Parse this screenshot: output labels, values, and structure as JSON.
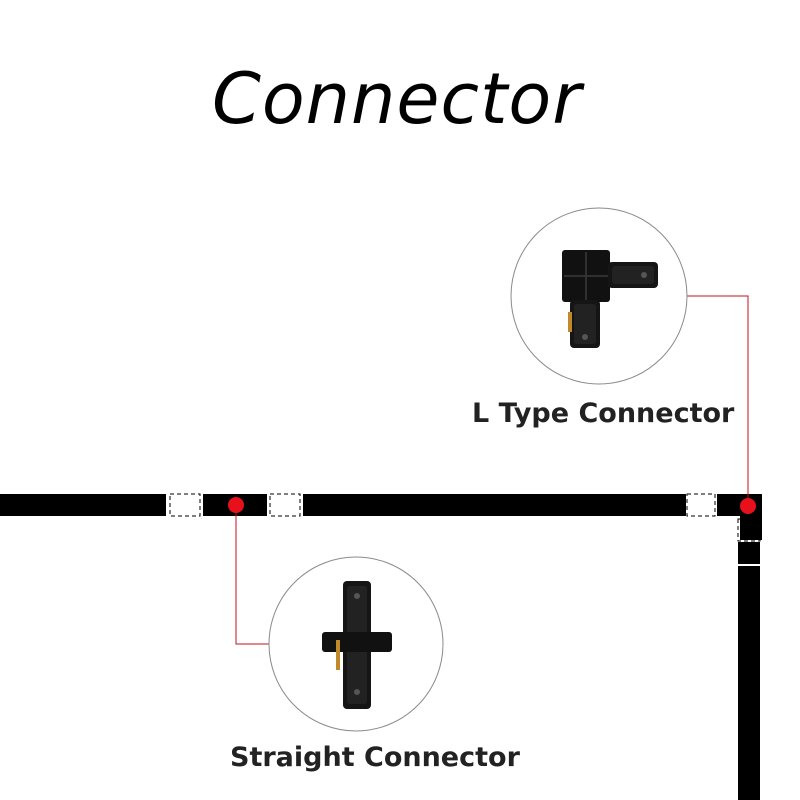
{
  "title": "Connector",
  "connectors": {
    "l_type": {
      "label": "L Type Connector"
    },
    "straight": {
      "label": "Straight Connector"
    }
  },
  "colors": {
    "track": "#000000",
    "marker": "#e8101a",
    "leader_line": "#c0101a",
    "circle_border": "#8a8a8a",
    "connector_accent": "#c08a2a"
  },
  "icons": [
    "l-type-connector-icon",
    "straight-connector-icon"
  ]
}
